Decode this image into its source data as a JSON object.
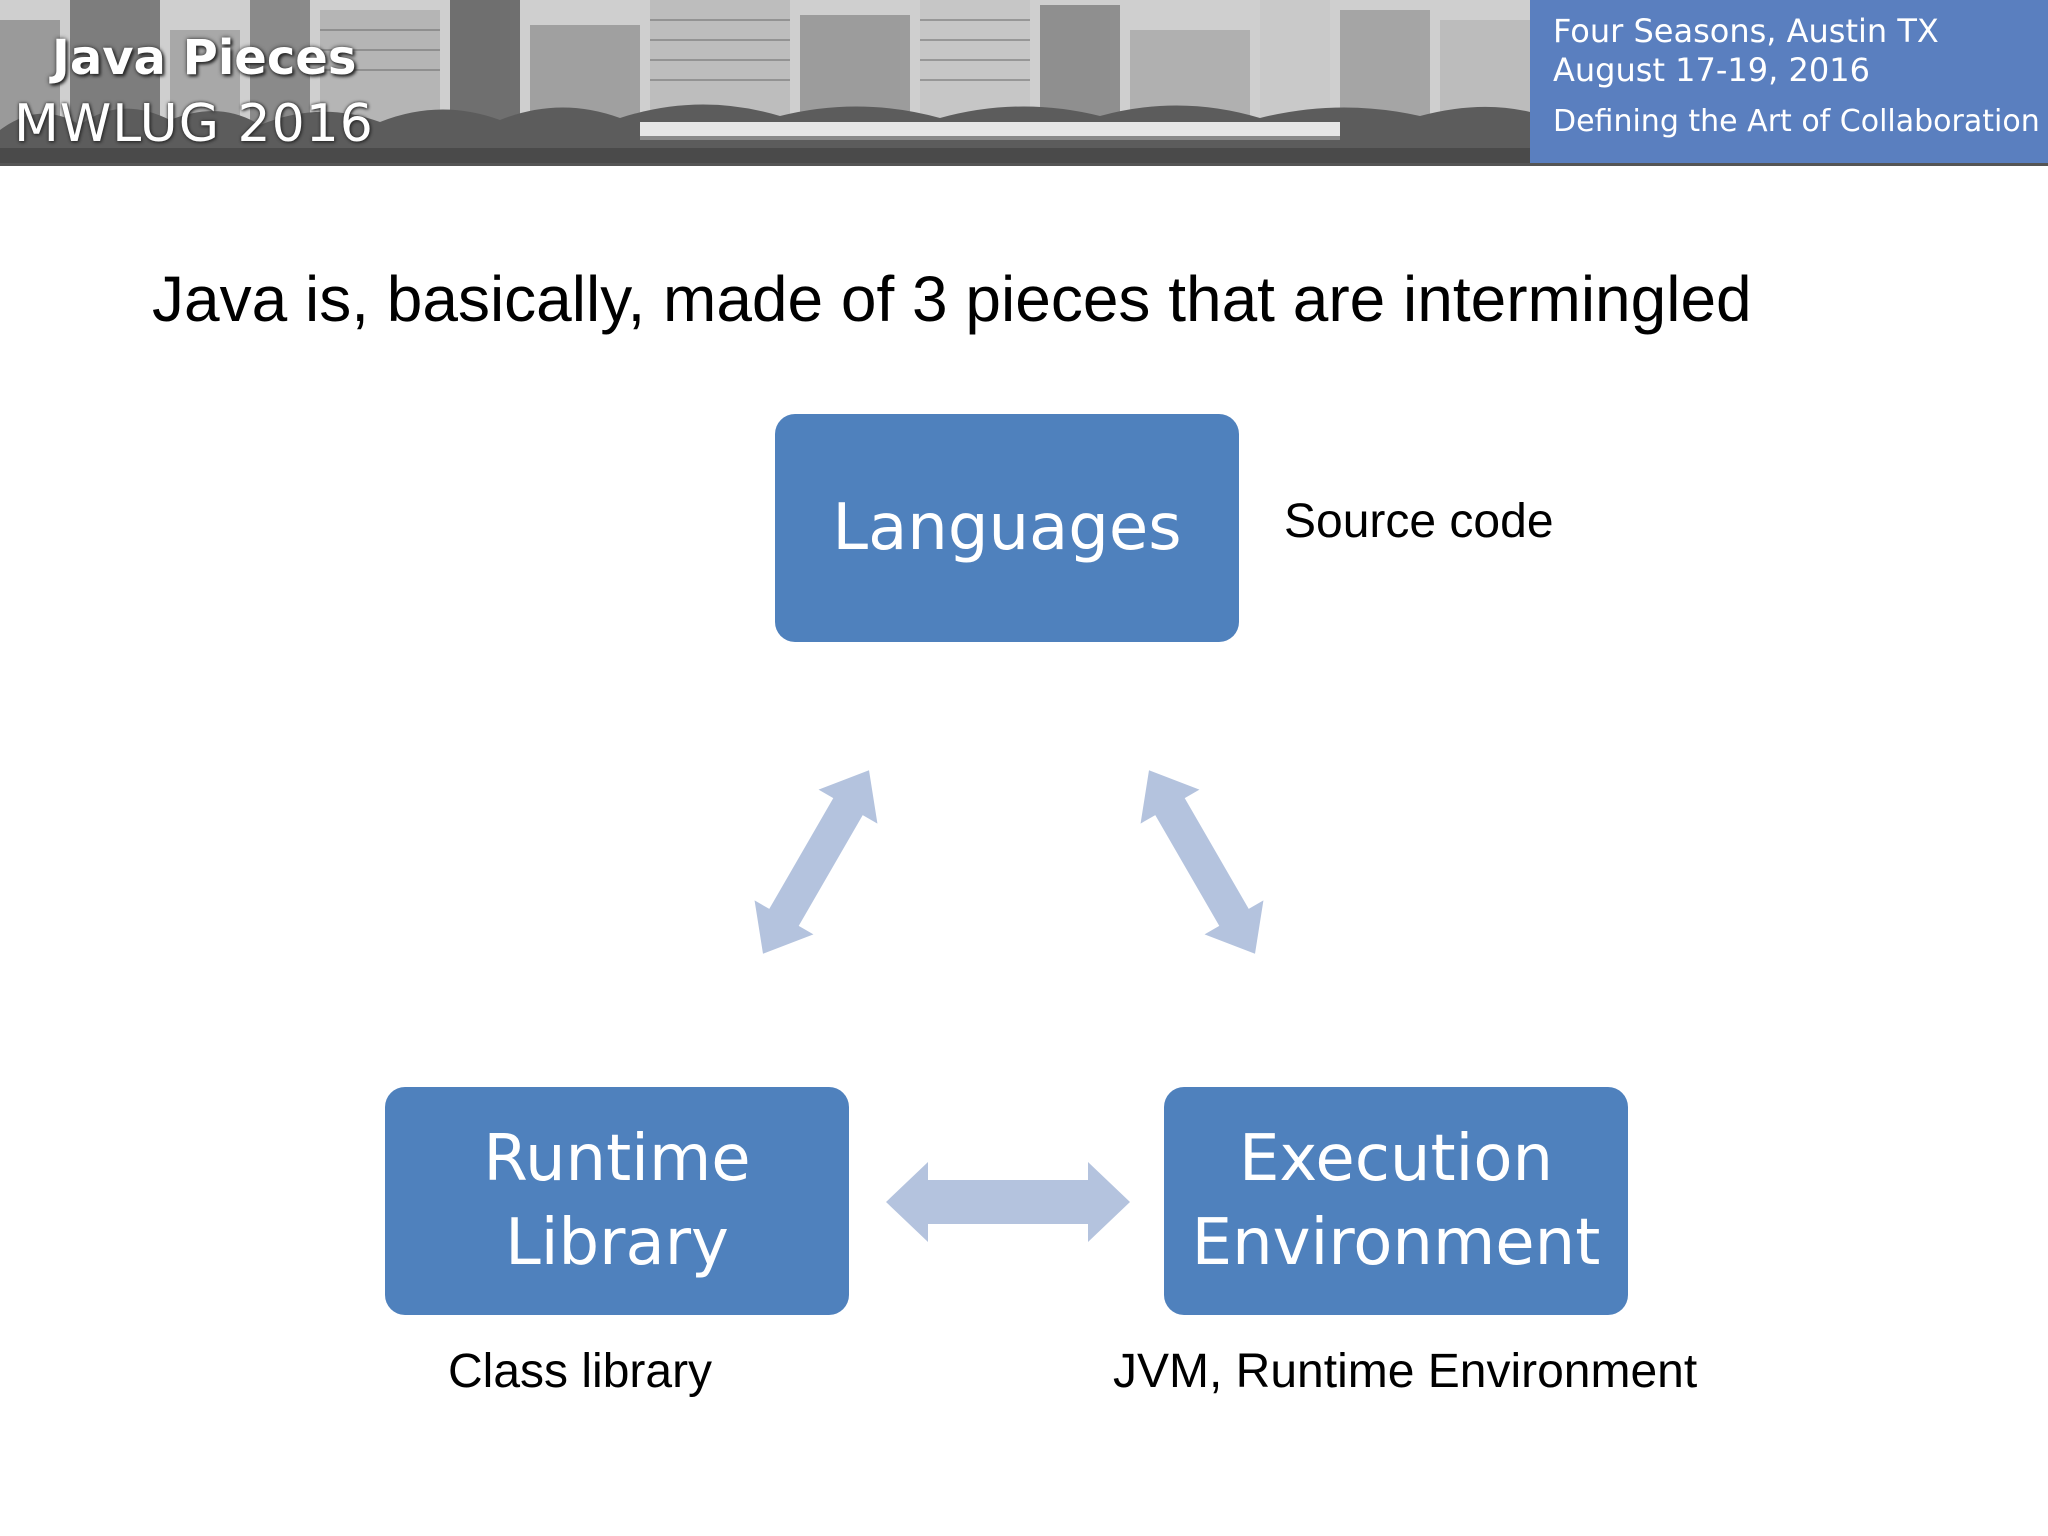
{
  "header": {
    "slide_title": "Java Pieces",
    "event_name": "MWLUG 2016",
    "venue": "Four Seasons, Austin TX",
    "dates": "August 17-19, 2016",
    "tagline": "Defining the Art of Collaboration",
    "panel_color": "#5a7fbf"
  },
  "main": {
    "heading": "Java is, basically, made of 3 pieces that are intermingled",
    "nodes": {
      "languages": {
        "lines": [
          "Languages"
        ],
        "annotation": "Source code"
      },
      "runtime_library": {
        "lines": [
          "Runtime",
          "Library"
        ],
        "annotation": "Class library"
      },
      "execution_environment": {
        "lines": [
          "Execution",
          "Environment"
        ],
        "annotation": "JVM, Runtime Environment"
      }
    },
    "node_color": "#4f81bd",
    "arrow_color": "#b4c3de"
  }
}
